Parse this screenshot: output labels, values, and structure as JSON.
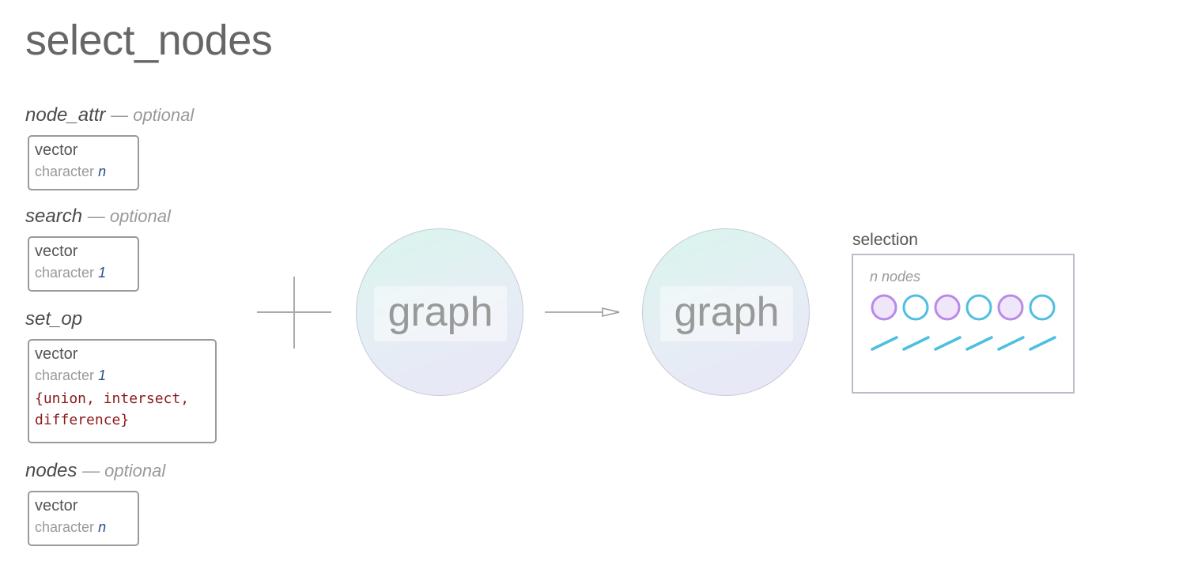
{
  "title": "select_nodes",
  "params": [
    {
      "name": "node_attr",
      "optional_label": "— optional",
      "kind": "vector",
      "type": "character",
      "size": "n"
    },
    {
      "name": "search",
      "optional_label": "— optional",
      "kind": "vector",
      "type": "character",
      "size": "1"
    },
    {
      "name": "set_op",
      "kind": "vector",
      "type": "character",
      "size": "1",
      "options_line1": "{union, intersect,",
      "options_line2": "difference}"
    },
    {
      "name": "nodes",
      "optional_label": "— optional",
      "kind": "vector",
      "type": "character",
      "size": "n"
    }
  ],
  "input_graph": {
    "label": "graph"
  },
  "output_graph": {
    "label": "graph"
  },
  "selection": {
    "label": "selection",
    "count_label": "n nodes",
    "node_colors": [
      "purple",
      "cyan",
      "purple",
      "cyan",
      "purple",
      "cyan"
    ],
    "edge_marks": 6
  },
  "colors": {
    "purple": "#b98ae6",
    "purple_fill": "#f0e6fa",
    "cyan": "#4dbfe0",
    "gray": "#999999"
  }
}
